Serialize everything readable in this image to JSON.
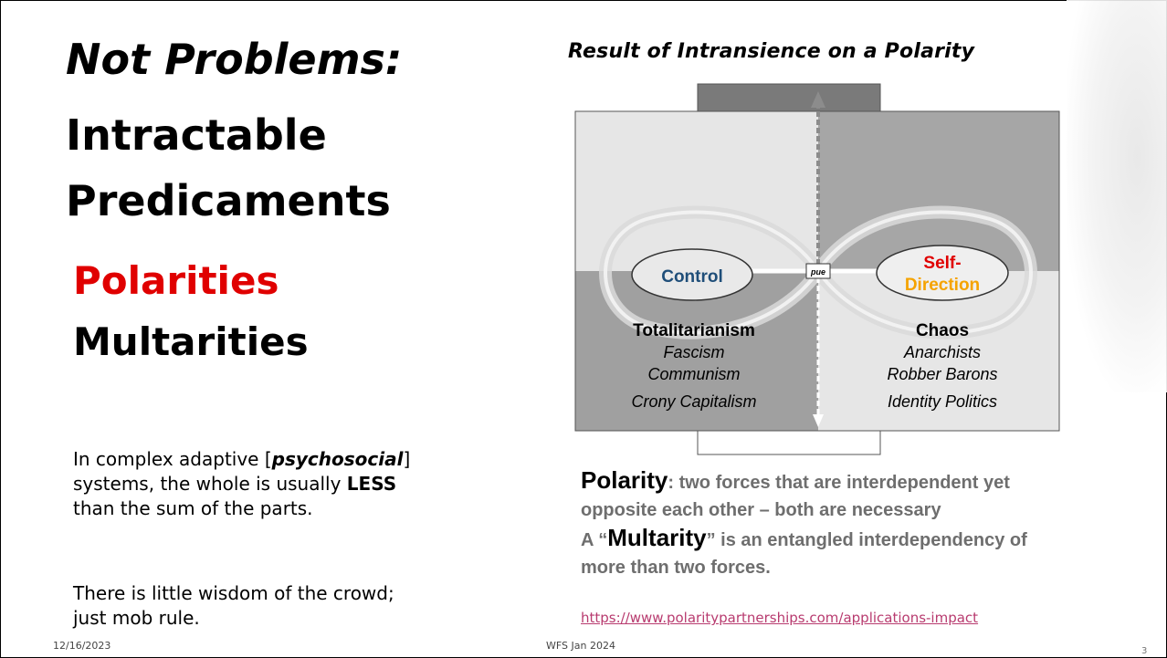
{
  "left": {
    "title_italic": "Not Problems:",
    "title_line2": "Intractable",
    "title_line3": "Predicaments",
    "polarities": "Polarities",
    "multarities": "Multarities",
    "body1_pre": "In complex adaptive [",
    "body1_em": "psychosocial",
    "body1_mid": "] systems, the whole is usually ",
    "body1_strong": "LESS",
    "body1_post": " than the sum of the parts.",
    "body2": "There is little wisdom of the crowd; just mob rule."
  },
  "diagram": {
    "title": "Result of Intransience on a Polarity",
    "left_pole": "Control",
    "right_pole_line1": "Self-",
    "right_pole_line2": "Direction",
    "center_label": "pue",
    "left_downside_heading": "Totalitarianism",
    "left_downside_items": [
      "Fascism",
      "Communism",
      "Crony Capitalism"
    ],
    "right_downside_heading": "Chaos",
    "right_downside_items": [
      "Anarchists",
      "Robber Barons",
      "Identity Politics"
    ],
    "colors": {
      "self_red": "#e00000",
      "direction_orange": "#f5a300",
      "control_blue": "#1f4e79"
    }
  },
  "definition": {
    "polarity_term": "Polarity",
    "polarity_text": ": two forces that are interdependent yet opposite each other – both are necessary",
    "multarity_prefix": "A “",
    "multarity_term": "Multarity",
    "multarity_text": "” is an entangled interdependency of more than two forces."
  },
  "link": "https://www.polaritypartnerships.com/applications-impact",
  "footer": {
    "date": "12/16/2023",
    "center": "WFS Jan 2024",
    "page": "3"
  }
}
